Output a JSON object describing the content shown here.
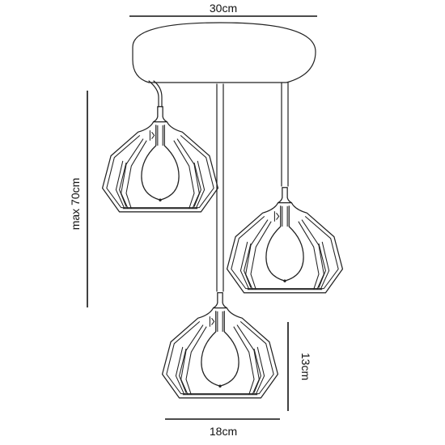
{
  "dimensions": {
    "canopy_width": "30cm",
    "max_height": "max 70cm",
    "shade_height": "13cm",
    "shade_width": "18cm"
  },
  "product": {
    "lamp_count": 3
  }
}
